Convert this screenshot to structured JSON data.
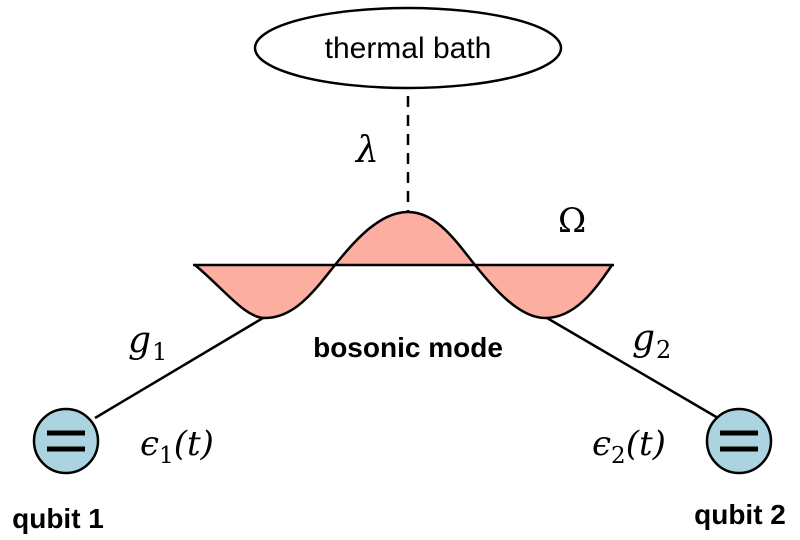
{
  "bath": {
    "label": "thermal bath"
  },
  "coupling_bath": {
    "symbol": "λ"
  },
  "mode": {
    "label": "bosonic mode",
    "frequency_symbol": "Ω"
  },
  "coupling_left": {
    "symbol": "g",
    "subscript": "1"
  },
  "coupling_right": {
    "symbol": "g",
    "subscript": "2"
  },
  "qubit1": {
    "label": "qubit 1",
    "energy_symbol": "ϵ",
    "energy_subscript": "1",
    "energy_arg": "(t)"
  },
  "qubit2": {
    "label": "qubit 2",
    "energy_symbol": "ϵ",
    "energy_subscript": "2",
    "energy_arg": "(t)"
  },
  "colors": {
    "mode_fill": "#fcaea0",
    "qubit_fill": "#acd4e0",
    "stroke": "#000000"
  }
}
